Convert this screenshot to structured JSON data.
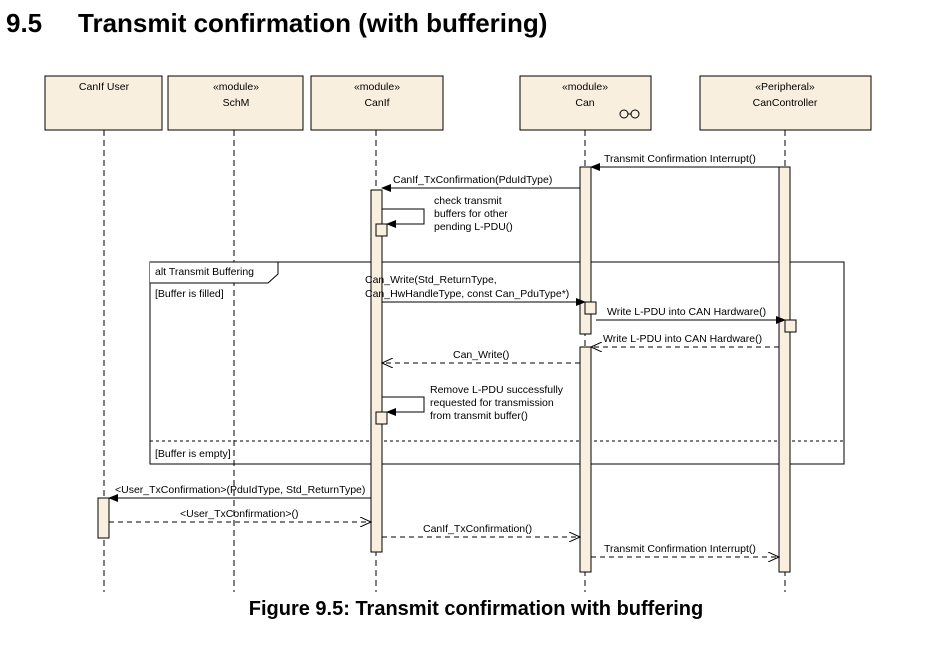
{
  "heading": {
    "number": "9.5",
    "title": "Transmit confirmation (with buffering)"
  },
  "lifelines": {
    "canif_user": {
      "stereotype": "",
      "name": "CanIf User"
    },
    "schm": {
      "stereotype": "«module»",
      "name": "SchM"
    },
    "canif": {
      "stereotype": "«module»",
      "name": "CanIf"
    },
    "can": {
      "stereotype": "«module»",
      "name": "Can"
    },
    "controller": {
      "stereotype": "«Peripheral»",
      "name": "CanController"
    }
  },
  "messages": {
    "m1": "Transmit Confirmation Interrupt()",
    "m2": "CanIf_TxConfirmation(PduIdType)",
    "m3": [
      "check transmit",
      "buffers for other",
      "pending L-PDU()"
    ],
    "m4": [
      "Can_Write(Std_ReturnType,",
      "Can_HwHandleType, const Can_PduType*)"
    ],
    "m5": "Write L-PDU into CAN Hardware()",
    "m6": "Write L-PDU into CAN Hardware()",
    "m7": "Can_Write()",
    "m8": [
      "Remove L-PDU successfully",
      "requested for transmission",
      "from transmit buffer()"
    ],
    "m9": "<User_TxConfirmation>(PduIdType, Std_ReturnType)",
    "m10": "<User_TxConfirmation>()",
    "m11": "CanIf_TxConfirmation()",
    "m12": "Transmit Confirmation Interrupt()"
  },
  "fragment": {
    "label": "alt Transmit Buffering",
    "guard1": "[Buffer is filled]",
    "guard2": "[Buffer is empty]"
  },
  "caption": "Figure 9.5: Transmit confirmation with buffering",
  "colors": {
    "box_fill": "#f8efdf",
    "line": "#000000"
  }
}
